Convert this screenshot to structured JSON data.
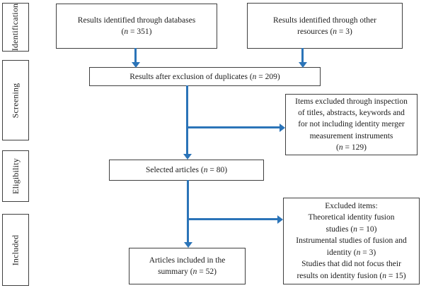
{
  "palette": {
    "arrow_blue": "#2B74B8",
    "box_border": "#3f3f3f",
    "text": "#1b1b1b",
    "background": "#ffffff"
  },
  "sidebar": {
    "stages": [
      {
        "label": "Identification"
      },
      {
        "label": "Screening"
      },
      {
        "label": "Eligibility"
      },
      {
        "label": "Included"
      }
    ]
  },
  "flow": {
    "boxes": {
      "databases": {
        "lines": [
          "Results identified through databases",
          "(n = 351)"
        ],
        "n": 351
      },
      "other_resources": {
        "lines": [
          "Results identified through other",
          "resources (n = 3)"
        ],
        "n": 3
      },
      "duplicates": {
        "lines": [
          "Results after exclusion of duplicates (n = 209)"
        ],
        "n": 209
      },
      "items_excluded": {
        "lines": [
          "Items excluded through inspection",
          "of titles, abstracts, keywords and",
          "for not including identity merger",
          "measurement instruments",
          "(n = 129)"
        ],
        "n": 129
      },
      "selected_articles": {
        "lines": [
          "Selected articles (n = 80)"
        ],
        "n": 80
      },
      "excluded_items": {
        "lines": [
          "Excluded items:",
          "Theoretical identity fusion",
          "studies (n = 10)",
          "Instrumental studies of fusion and",
          "identity (n = 3)",
          "Studies that did not focus their",
          "results on identity fusion (n = 15)"
        ],
        "n_values": [
          10,
          3,
          15
        ]
      },
      "included_summary": {
        "lines": [
          "Articles included in the",
          "summary (n = 52)"
        ],
        "n": 52
      }
    }
  }
}
